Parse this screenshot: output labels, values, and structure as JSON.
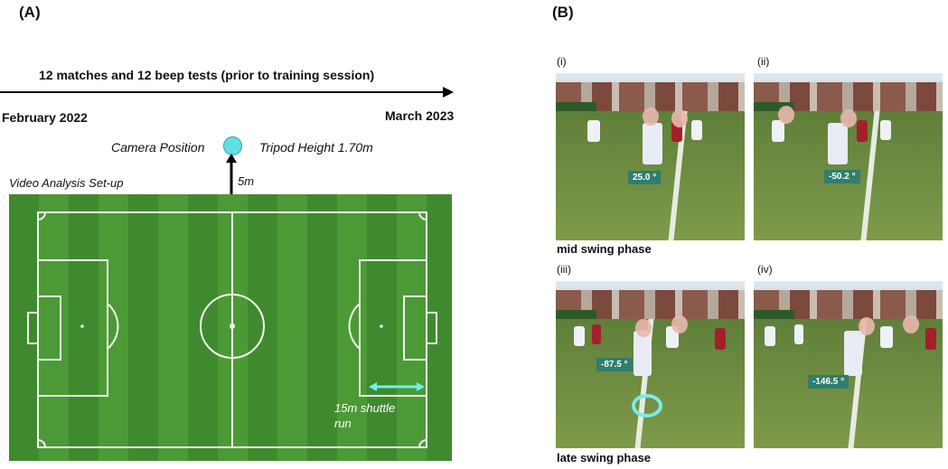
{
  "panel_a": {
    "label": "(A)",
    "timeline": {
      "title": "12 matches and 12 beep tests (prior to training session)",
      "start": "February 2022",
      "end": "March 2023"
    },
    "camera_position": "Camera Position",
    "tripod_height": "Tripod Height 1.70m",
    "distance": "5m",
    "setup_title": "Video Analysis Set-up",
    "shuttle_line1": "15m shuttle",
    "shuttle_line2": "run",
    "colors": {
      "camera": "#5fe0e6",
      "shuttle_arrow": "#6ef0ee",
      "pitch_dark": "#3f8a2e",
      "pitch_light": "#4c9a36"
    }
  },
  "panel_b": {
    "label": "(B)",
    "photos": [
      {
        "id": "(i)",
        "angle": "25.0 °"
      },
      {
        "id": "(ii)",
        "angle": "-50.2 °"
      },
      {
        "id": "(iii)",
        "angle": "-87.5 °"
      },
      {
        "id": "(iv)",
        "angle": "-146.5 °"
      }
    ],
    "phase_mid": "mid swing phase",
    "phase_late": "late swing phase",
    "colors": {
      "angle_box": "#2f7e6c",
      "ball_ring": "#7ee8ec"
    }
  }
}
